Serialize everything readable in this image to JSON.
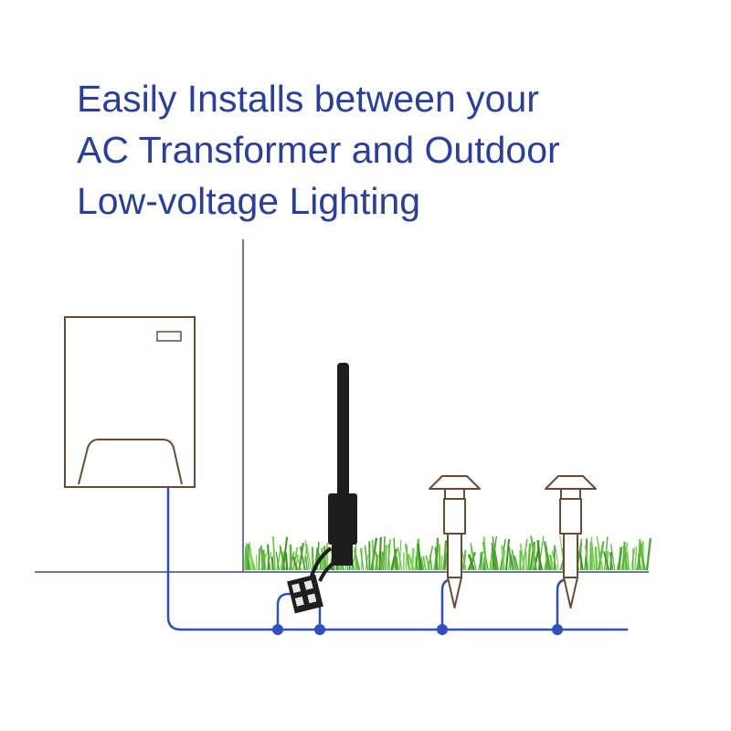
{
  "headline": {
    "lines": [
      "Easily Installs between your",
      "AC Transformer and Outdoor",
      "Low-voltage Lighting"
    ]
  },
  "colors": {
    "headline": "#2a3f9c",
    "wire": "#2e4fbf",
    "wall_line": "#3a4a8c",
    "transformer_outline": "#6b4a33",
    "path_light_outline": "#6b4a33",
    "sensor_body": "#1d1d1d",
    "grass": "#5cb83a"
  },
  "icons": {
    "transformer": "ac-transformer-icon",
    "sensor": "photocell-sensor-icon",
    "connector": "wire-connector-icon",
    "path_light": "path-light-icon"
  }
}
